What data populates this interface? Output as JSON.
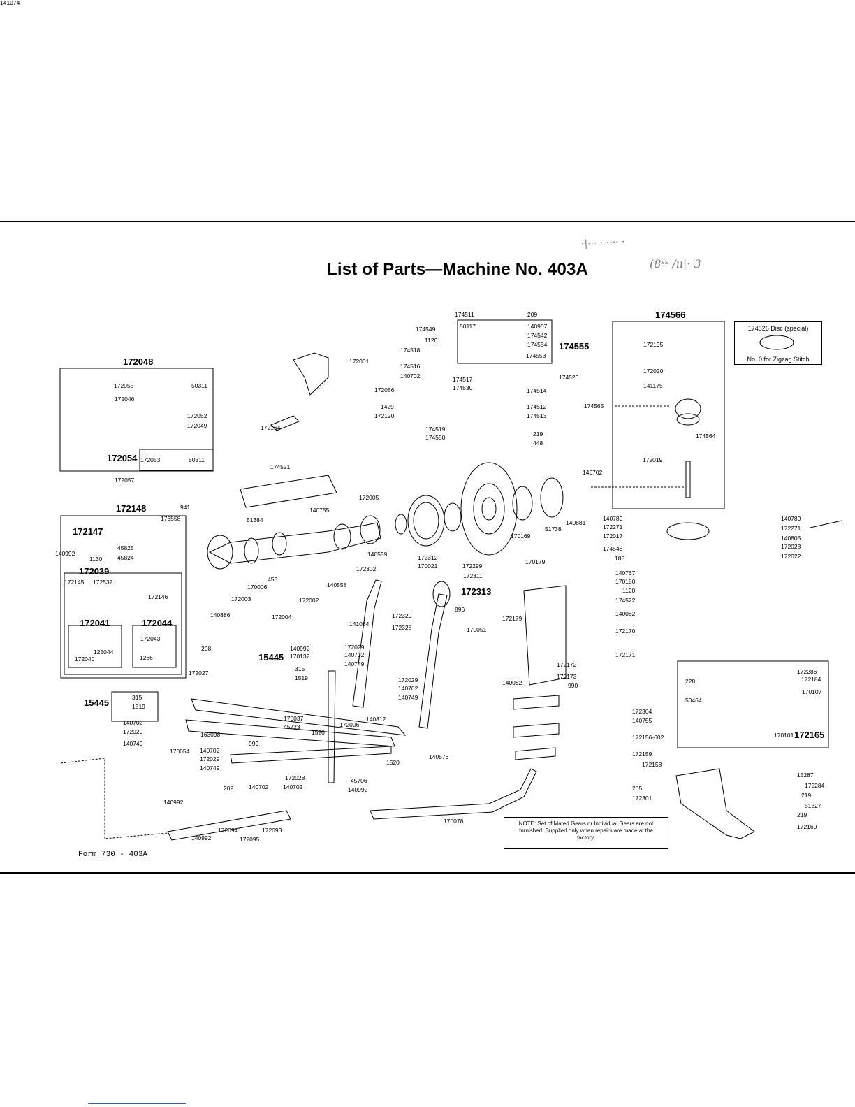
{
  "title": "List of Parts—Machine No. 403A",
  "form": "Form 730 - 403A",
  "handwriting": {
    "line1": "·|··· · ···· ·",
    "line2": "(8ˢˢ /ıı|· 3"
  },
  "note": "NOTE: Set of Mated Gears or Individual Gears are not furnished. Supplied only when repairs are made at the factory.",
  "disc_box": {
    "top": "174526 Disc (special)",
    "bottom": "No. 0 for Zigzag Stitch"
  },
  "groups": {
    "g172048": "172048",
    "g172054": "172054",
    "g172148": "172148",
    "g172147": "172147",
    "g172039": "172039",
    "g172041": "172041",
    "g172044": "172044",
    "g15445a": "15445",
    "g15445b": "15445",
    "g174555": "174555",
    "g174566": "174566",
    "g172313": "172313",
    "g172165": "172165"
  },
  "labels": [
    "172055",
    "50311",
    "172046",
    "172052",
    "172049",
    "172053",
    "50311",
    "172057",
    "941",
    "173558",
    "45825",
    "45824",
    "1130",
    "140992",
    "172145",
    "172532",
    "172146",
    "125044",
    "172040",
    "172043",
    "1266",
    "172001",
    "172164",
    "174521",
    "51384",
    "140755",
    "172005",
    "140559",
    "172302",
    "140558",
    "453",
    "170006",
    "172003",
    "172002",
    "140886",
    "172004",
    "172312",
    "170021",
    "172299",
    "172311",
    "141064",
    "172329",
    "172328",
    "896",
    "170051",
    "170169",
    "51738",
    "140881",
    "140702",
    "174511",
    "209",
    "50117",
    "140907",
    "174542",
    "174554",
    "174553",
    "174549",
    "1120",
    "174518",
    "174516",
    "140702",
    "174517",
    "174530",
    "172056",
    "174514",
    "1429",
    "172120",
    "174512",
    "174513",
    "174519",
    "174550",
    "219",
    "448",
    "174520",
    "172195",
    "172020",
    "141175",
    "174565",
    "174564",
    "172019",
    "140789",
    "172271",
    "172017",
    "174548",
    "185",
    "140789",
    "172271",
    "140805",
    "172023",
    "172022",
    "170179",
    "140767",
    "170180",
    "1120",
    "174522",
    "172179",
    "140082",
    "172170",
    "172171",
    "172172",
    "172173",
    "140082",
    "990",
    "208",
    "172027",
    "140992",
    "170132",
    "315",
    "1519",
    "172029",
    "140702",
    "140749",
    "172029",
    "140702",
    "140749",
    "315",
    "1519",
    "140702",
    "172029",
    "140749",
    "170037",
    "45723",
    "163098",
    "999",
    "1520",
    "172006",
    "140812",
    "140576",
    "170054",
    "140702",
    "172029",
    "140749",
    "1520",
    "172028",
    "45706",
    "140992",
    "209",
    "140702",
    "140702",
    "140992",
    "140992",
    "172094",
    "172095",
    "172093",
    "170078",
    "172304",
    "140755",
    "172156-002",
    "172159",
    "172158",
    "205",
    "172301",
    "172286",
    "172184",
    "228",
    "170107",
    "50464",
    "170101",
    "15287",
    "172284",
    "219",
    "51327",
    "219",
    "172160",
    "141074"
  ]
}
